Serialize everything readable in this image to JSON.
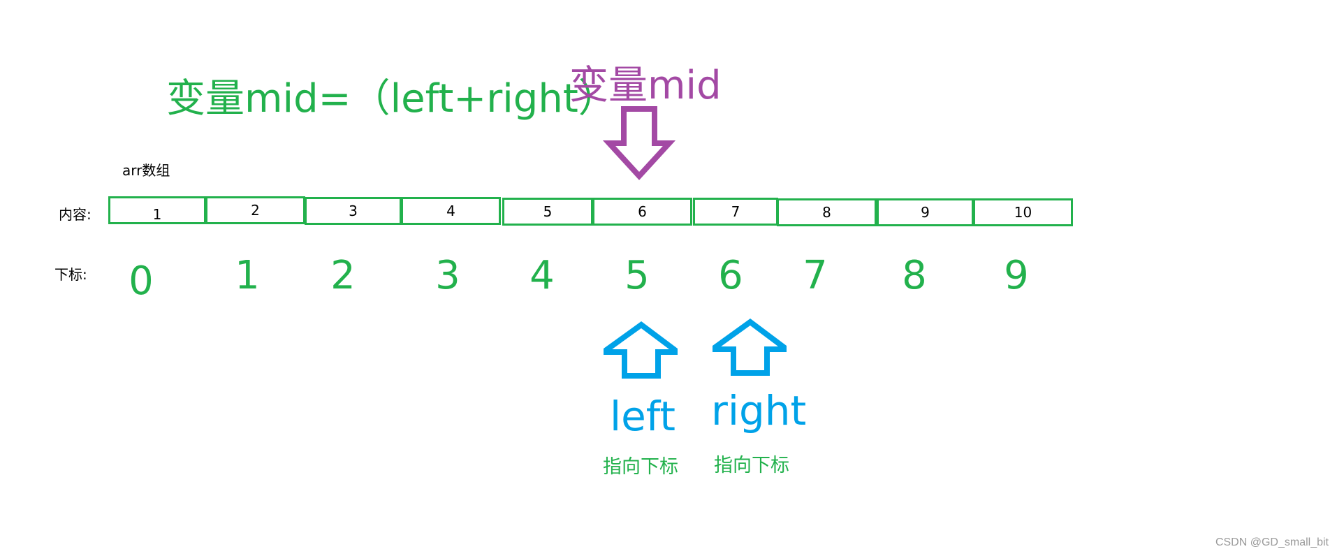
{
  "formula": "变量mid=（left+right）",
  "mid_label": "变量mid",
  "arr_label": "arr数组",
  "content_label": "内容:",
  "index_label": "下标:",
  "cells": [
    "1",
    "2",
    "3",
    "4",
    "5",
    "6",
    "7",
    "8",
    "9",
    "10"
  ],
  "indices": [
    "0",
    "1",
    "2",
    "3",
    "4",
    "5",
    "6",
    "7",
    "8",
    "9"
  ],
  "left_label": "left",
  "right_label": "right",
  "left_desc": "指向下标",
  "right_desc": "指向下标",
  "watermark": "CSDN @GD_small_bit",
  "colors": {
    "green": "#22b14c",
    "purple": "#a349a4",
    "blue": "#00a2e8"
  },
  "icons": {
    "mid_arrow": "down-arrow-icon",
    "left_arrow": "up-arrow-icon",
    "right_arrow": "up-arrow-icon"
  }
}
